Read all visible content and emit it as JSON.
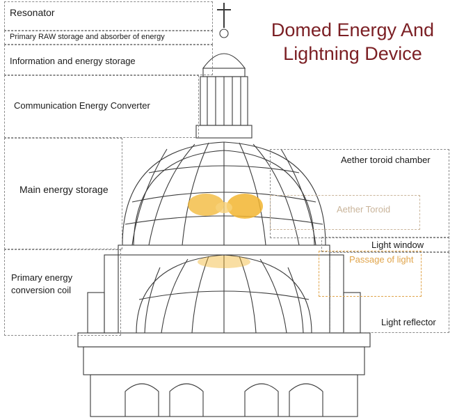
{
  "title": {
    "line1": "Domed Energy And",
    "line2": "Lightning Device",
    "color": "#7b1f24"
  },
  "labels": {
    "resonator": "Resonator",
    "primary_raw": "Primary RAW storage and absorber of energy",
    "information": "Information and energy storage",
    "communication": "Communication Energy Converter",
    "main_storage": "Main energy storage",
    "primary_coil": "Primary energy conversion coil",
    "aether_chamber": "Aether toroid chamber",
    "aether_toroid": "Aether Toroid",
    "light_window": "Light window",
    "passage_of_light": "Passage of light",
    "light_reflector": "Light reflector"
  },
  "colors": {
    "line_art": "#3a3a3a",
    "box_border": "#8a8a8a",
    "toroid": "#f2b530",
    "aether_text": "#c9b49a",
    "passage_text": "#e0a44a",
    "passage_border": "#e0a44a"
  }
}
